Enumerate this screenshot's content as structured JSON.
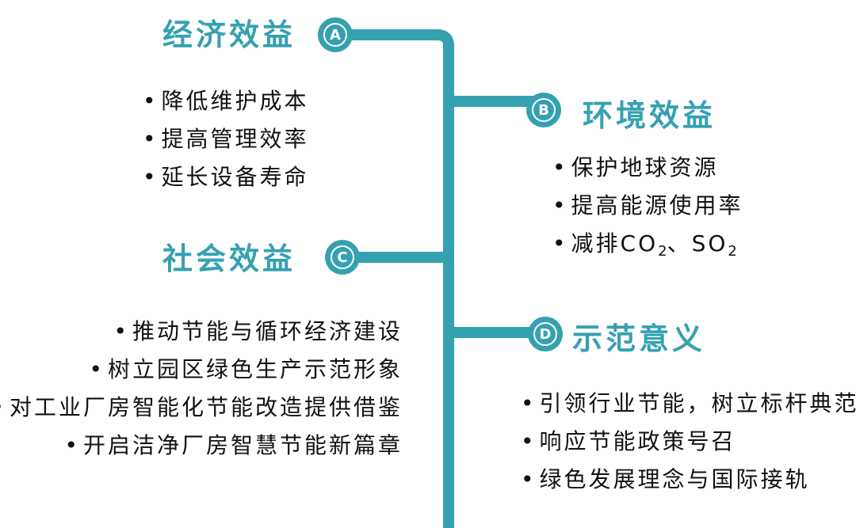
{
  "colors": {
    "accent": "#35a1b0",
    "text": "#111111",
    "badge_letter": "#ffffff"
  },
  "sections": {
    "a": {
      "badge": "A",
      "title": "经济效益",
      "items": [
        "降低维护成本",
        "提高管理效率",
        "延长设备寿命"
      ]
    },
    "b": {
      "badge": "B",
      "title": "环境效益",
      "items": [
        "保护地球资源",
        "提高能源使用率"
      ],
      "emission": {
        "prefix": "减排CO",
        "sub1": "2",
        "middle": "、SO",
        "sub2": "2"
      }
    },
    "c": {
      "badge": "C",
      "title": "社会效益",
      "items": [
        "推动节能与循环经济建设",
        "树立园区绿色生产示范形象",
        "对工业厂房智能化节能改造提供借鉴",
        "开启洁净厂房智慧节能新篇章"
      ]
    },
    "d": {
      "badge": "D",
      "title": "示范意义",
      "items": [
        "引领行业节能，树立标杆典范",
        "响应节能政策号召",
        "绿色发展理念与国际接轨"
      ]
    }
  }
}
